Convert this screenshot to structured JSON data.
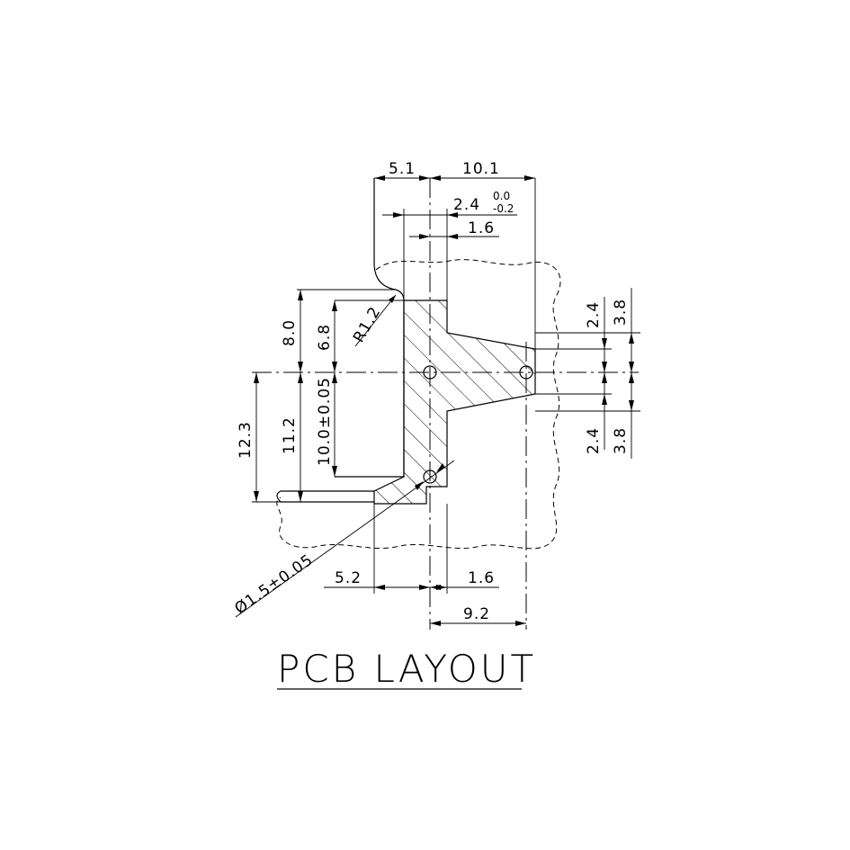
{
  "title": "PCB LAYOUT",
  "dimensions": {
    "top_5_1": "5.1",
    "top_10_1": "10.1",
    "top_2_4_base": "2.4",
    "top_2_4_tol_upper": "0.0",
    "top_2_4_tol_lower": "-0.2",
    "top_1_6": "1.6",
    "left_8_0": "8.0",
    "left_6_8": "6.8",
    "radius": "R1.2",
    "left_12_3": "12.3",
    "left_11_2": "11.2",
    "left_10_0": "10.0±0.05",
    "right_2_4_top": "2.4",
    "right_3_8_top": "3.8",
    "right_2_4_bottom": "2.4",
    "right_3_8_bottom": "3.8",
    "hole_dia": "Ø1.5±0.05",
    "bottom_5_2": "5.2",
    "bottom_1_6": "1.6",
    "bottom_9_2": "9.2"
  }
}
